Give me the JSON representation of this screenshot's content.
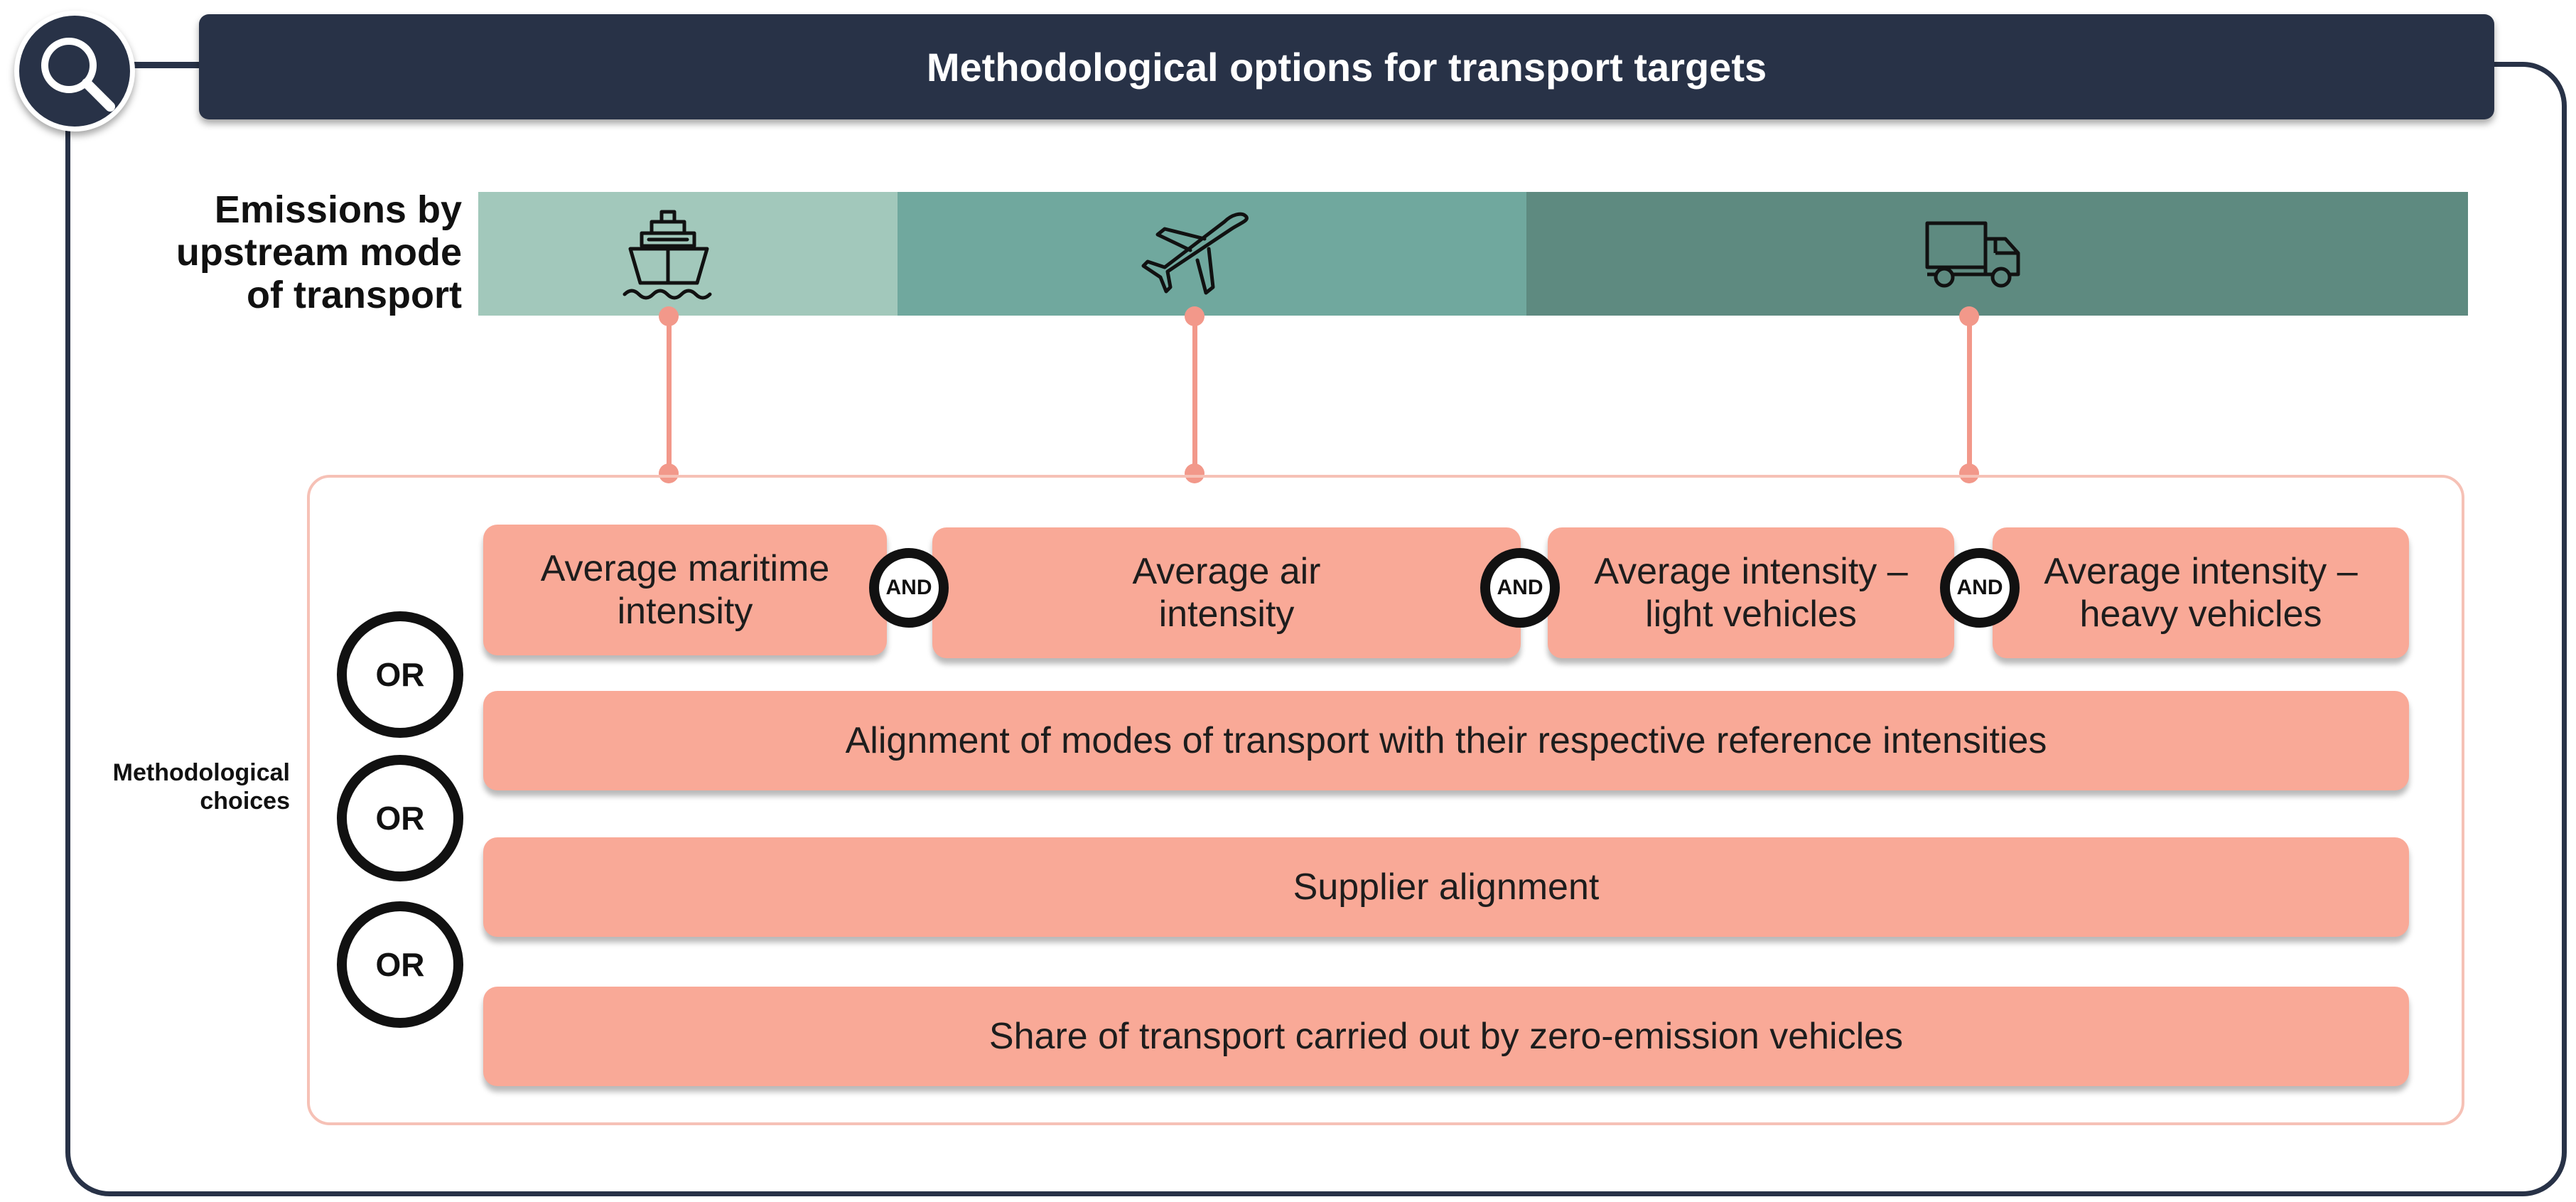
{
  "title": "Methodological options for transport targets",
  "emissions": {
    "label_line1": "Emissions by",
    "label_line2": "upstream mode",
    "label_line3": "of transport",
    "modes": [
      {
        "icon": "ship-icon"
      },
      {
        "icon": "airplane-icon"
      },
      {
        "icon": "truck-icon"
      }
    ]
  },
  "choices": {
    "label_line1": "Methodological",
    "label_line2": "choices",
    "intensity_boxes": [
      {
        "line1": "Average maritime",
        "line2": "intensity"
      },
      {
        "line1": "Average air",
        "line2": "intensity"
      },
      {
        "line1": "Average intensity –",
        "line2": "light vehicles"
      },
      {
        "line1": "Average intensity –",
        "line2": "heavy vehicles"
      }
    ],
    "and_label": "AND",
    "or_label": "OR",
    "options": [
      "Alignment of modes of transport with their respective reference intensities",
      "Supplier alignment",
      "Share of transport carried out by zero-emission vehicles"
    ]
  },
  "colors": {
    "navy": "#283247",
    "salmon": "#f9a997",
    "connector": "#f2988a",
    "teal_light": "#a2c8bb",
    "teal_mid": "#70a89e",
    "teal_dark": "#5e8a80"
  }
}
